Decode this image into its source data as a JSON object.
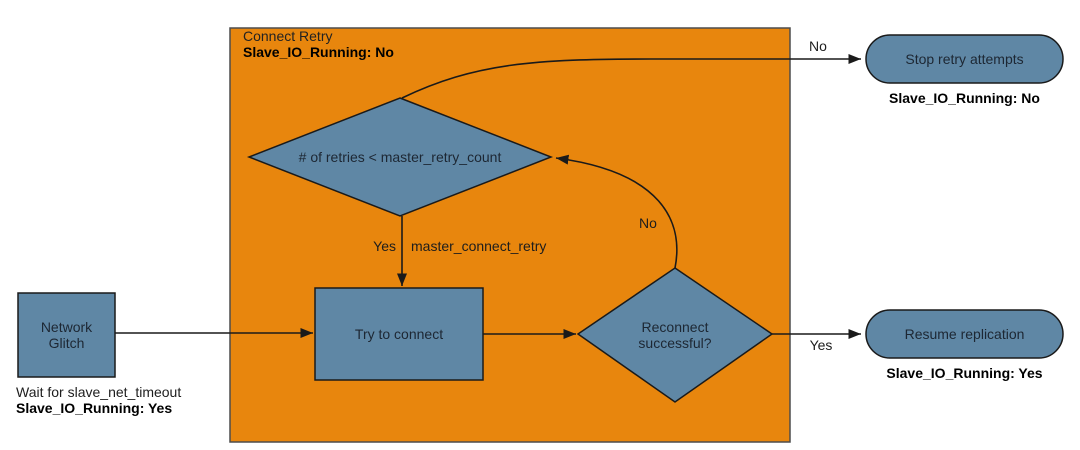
{
  "diagram": {
    "container": {
      "title": "Connect Retry",
      "subtitle": "Slave_IO_Running: No"
    },
    "nodes": {
      "network_glitch": {
        "label_line1": "Network",
        "label_line2": "Glitch",
        "caption_line1": "Wait for slave_net_timeout",
        "caption_line2": "Slave_IO_Running: Yes"
      },
      "retry_decision": {
        "label": "# of retries < master_retry_count"
      },
      "try_connect": {
        "label": "Try to connect"
      },
      "reconnect_decision": {
        "label_line1": "Reconnect",
        "label_line2": "successful?"
      },
      "stop_retry": {
        "label": "Stop retry attempts",
        "caption": "Slave_IO_Running: No"
      },
      "resume_replication": {
        "label": "Resume replication",
        "caption": "Slave_IO_Running: Yes"
      }
    },
    "edge_labels": {
      "retry_yes": "Yes",
      "retry_interval": "master_connect_retry",
      "retry_no": "No",
      "reconnect_no": "No",
      "reconnect_yes": "Yes"
    },
    "colors": {
      "container_fill": "#E8860D",
      "container_stroke": "#4D4D4D",
      "node_fill": "#5F87A5",
      "node_stroke": "#1A1A1A",
      "edge_stroke": "#1A1A1A"
    }
  }
}
